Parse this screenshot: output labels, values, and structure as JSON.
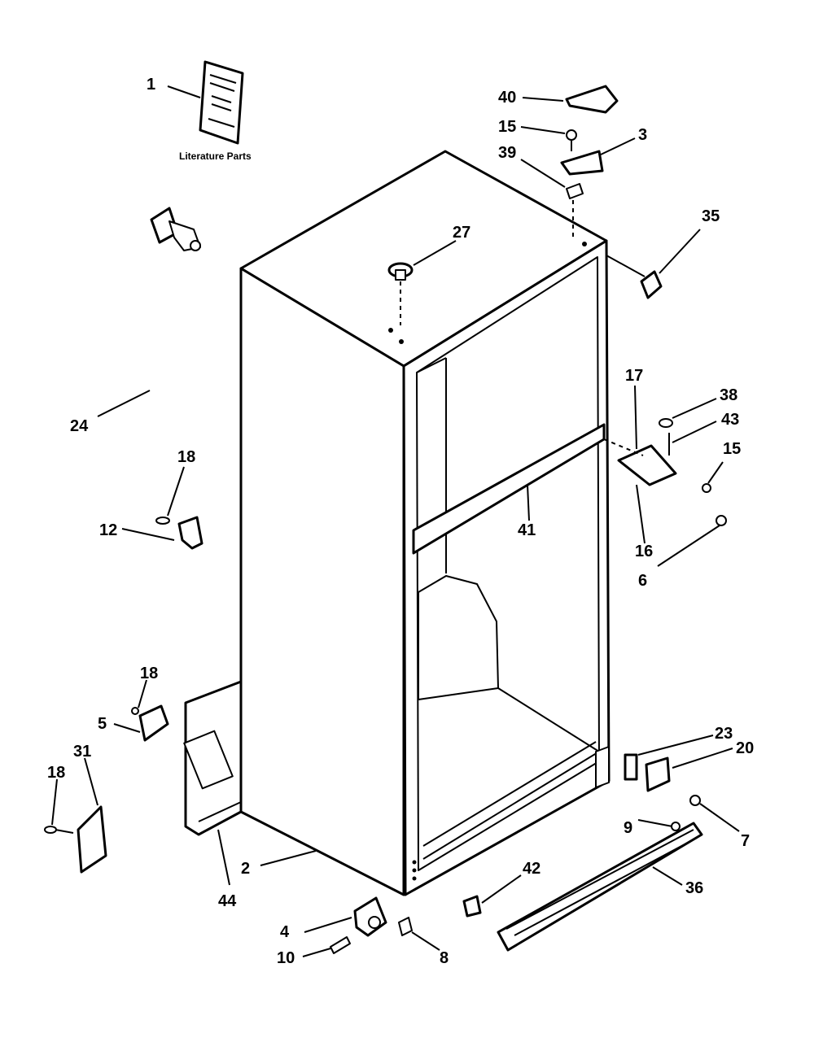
{
  "literature_caption": "Literature Parts",
  "callouts": [
    {
      "id": "c1",
      "label": "1"
    },
    {
      "id": "c40",
      "label": "40"
    },
    {
      "id": "c15a",
      "label": "15"
    },
    {
      "id": "c3",
      "label": "3"
    },
    {
      "id": "c39",
      "label": "39"
    },
    {
      "id": "c35",
      "label": "35"
    },
    {
      "id": "c27",
      "label": "27"
    },
    {
      "id": "c24",
      "label": "24"
    },
    {
      "id": "c18a",
      "label": "18"
    },
    {
      "id": "c12",
      "label": "12"
    },
    {
      "id": "c17",
      "label": "17"
    },
    {
      "id": "c38",
      "label": "38"
    },
    {
      "id": "c43",
      "label": "43"
    },
    {
      "id": "c15b",
      "label": "15"
    },
    {
      "id": "c41",
      "label": "41"
    },
    {
      "id": "c16",
      "label": "16"
    },
    {
      "id": "c6",
      "label": "6"
    },
    {
      "id": "c18b",
      "label": "18"
    },
    {
      "id": "c5",
      "label": "5"
    },
    {
      "id": "c31",
      "label": "31"
    },
    {
      "id": "c18c",
      "label": "18"
    },
    {
      "id": "c23",
      "label": "23"
    },
    {
      "id": "c20",
      "label": "20"
    },
    {
      "id": "c9",
      "label": "9"
    },
    {
      "id": "c7",
      "label": "7"
    },
    {
      "id": "c2",
      "label": "2"
    },
    {
      "id": "c44",
      "label": "44"
    },
    {
      "id": "c42",
      "label": "42"
    },
    {
      "id": "c36",
      "label": "36"
    },
    {
      "id": "c4",
      "label": "4"
    },
    {
      "id": "c10",
      "label": "10"
    },
    {
      "id": "c8",
      "label": "8"
    }
  ]
}
